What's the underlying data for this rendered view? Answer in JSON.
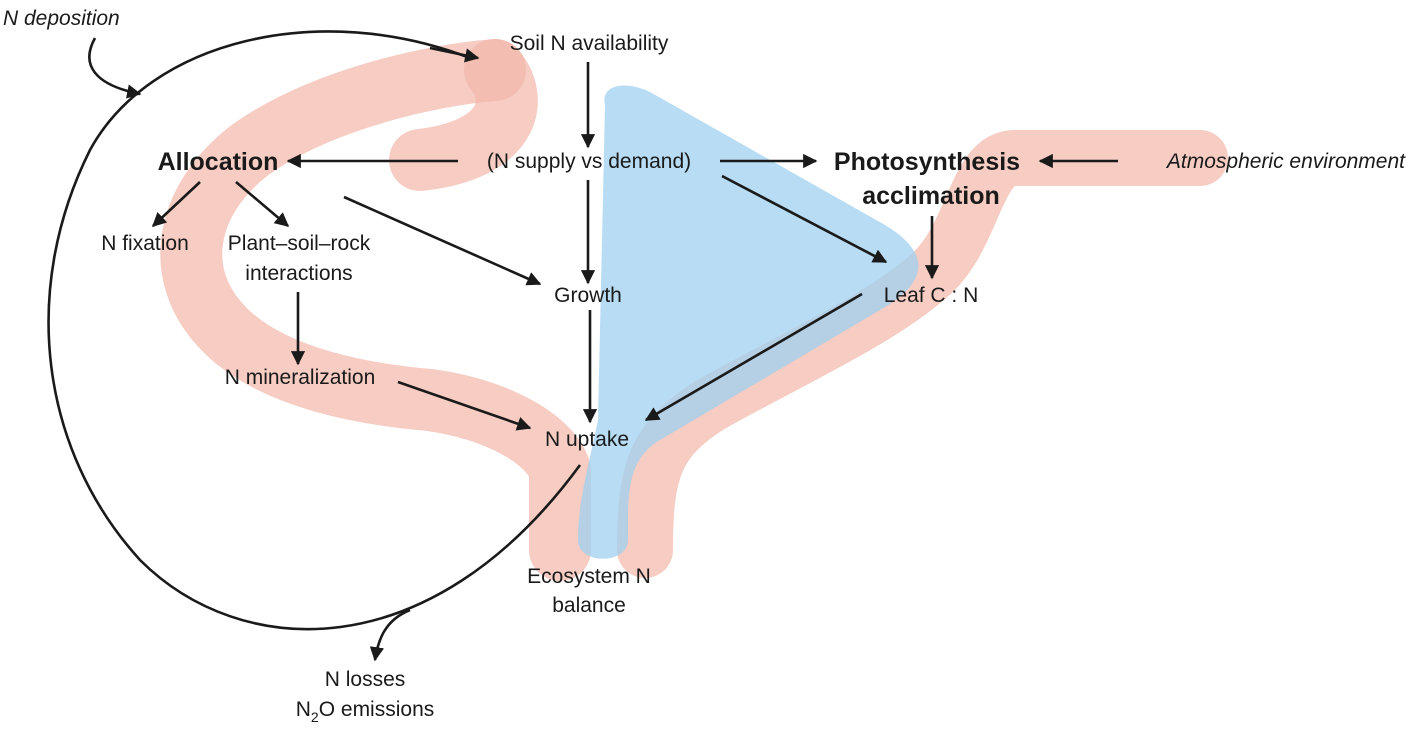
{
  "colors": {
    "pink_band": "#f2b6aa",
    "blue_band": "#9fd0ef",
    "ink": "#1a1a1a"
  },
  "nodes": {
    "n_deposition": "N deposition",
    "soil_n_availability": "Soil N availability",
    "allocation": "Allocation",
    "supply_vs_demand": "(N supply vs demand)",
    "photosynthesis_line1": "Photosynthesis",
    "photosynthesis_line2": "acclimation",
    "atmospheric_environment": "Atmospheric environment",
    "n_fixation": "N fixation",
    "plant_soil_rock_line1": "Plant–soil–rock",
    "plant_soil_rock_line2": "interactions",
    "growth": "Growth",
    "leaf_cn": "Leaf C : N",
    "n_mineralization": "N mineralization",
    "n_uptake": "N uptake",
    "ecosystem_line1": "Ecosystem N",
    "ecosystem_line2": "balance",
    "n_losses": "N losses",
    "n2o_prefix": "N",
    "n2o_sub": "2",
    "n2o_suffix": "O emissions"
  }
}
